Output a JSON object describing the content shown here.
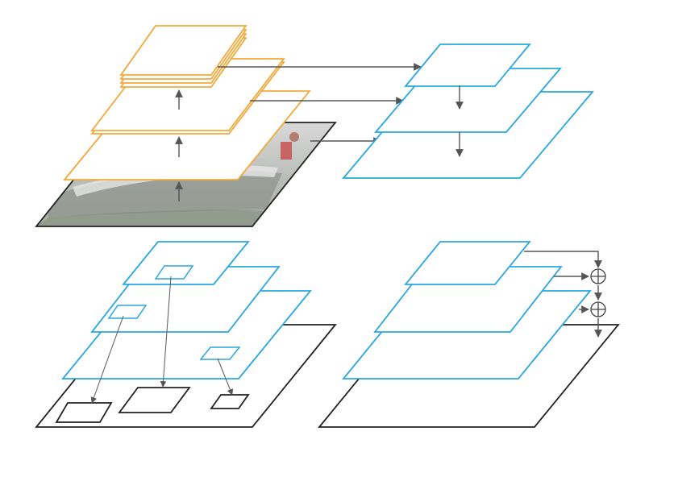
{
  "figure": {
    "panels": [
      {
        "id": "feature-pyramid-network",
        "position": "top",
        "description_visible": false
      },
      {
        "id": "roi-mapping",
        "position": "bottom-left",
        "description_visible": false
      },
      {
        "id": "feature-fusion",
        "position": "bottom-right",
        "description_visible": false
      }
    ],
    "colors": {
      "backbone": "#f2a93b",
      "pyramid": "#29a7e1",
      "image": "#222222",
      "arrows": "#555555"
    },
    "icons": {
      "sum": "circled-plus-icon",
      "arrow": "arrow-head-icon"
    }
  }
}
